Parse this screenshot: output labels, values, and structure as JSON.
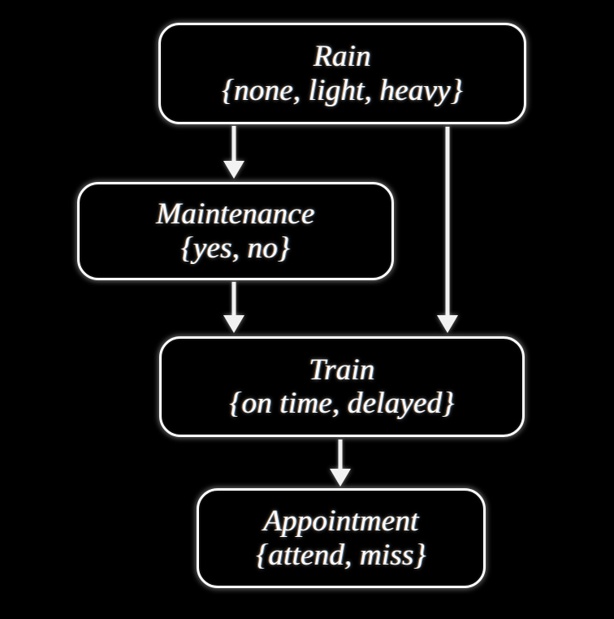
{
  "diagram": {
    "type": "bayesian-network",
    "title": "",
    "background_color": "#000000",
    "node_border_color": "#ffffff",
    "text_color": "#fdfdff",
    "nodes": [
      {
        "id": "rain",
        "name": "Rain",
        "states": "{none, light, heavy}"
      },
      {
        "id": "maintenance",
        "name": "Maintenance",
        "states": "{yes, no}"
      },
      {
        "id": "train",
        "name": "Train",
        "states": "{on time, delayed}"
      },
      {
        "id": "appointment",
        "name": "Appointment",
        "states": "{attend, miss}"
      }
    ],
    "edges": [
      {
        "from": "rain",
        "to": "maintenance"
      },
      {
        "from": "rain",
        "to": "train"
      },
      {
        "from": "maintenance",
        "to": "train"
      },
      {
        "from": "train",
        "to": "appointment"
      }
    ]
  }
}
